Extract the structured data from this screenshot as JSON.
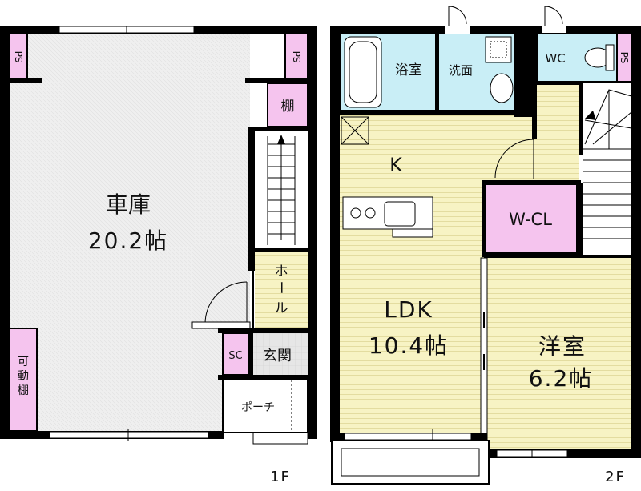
{
  "floor1": {
    "garage": {
      "name": "車庫",
      "area": "20.2帖"
    },
    "ps_left": "PS",
    "ps_right": "PS",
    "shelf": "棚",
    "movable_shelf": [
      "可",
      "動",
      "棚"
    ],
    "hall": [
      "ホ",
      "ー",
      "ル"
    ],
    "sc": "SC",
    "entrance": "玄関",
    "porch": "ポーチ",
    "floor_label": "1F"
  },
  "floor2": {
    "bath": "浴室",
    "washroom": "洗面",
    "wc": "WC",
    "ps": "PS",
    "kitchen": "K",
    "wcl": "W-CL",
    "ldk": {
      "name": "LDK",
      "area": "10.4帖"
    },
    "western": {
      "name": "洋室",
      "area": "6.2帖"
    },
    "floor_label": "2F"
  },
  "colors": {
    "wall": "#000000",
    "garage_floor": "#eeeeee",
    "wood_floor": "#f7f3c4",
    "wet_area": "#c9eef6",
    "storage": "#f5c4ee",
    "hall_floor": "#f7f3c4",
    "entrance_floor": "#e2e2e2"
  }
}
